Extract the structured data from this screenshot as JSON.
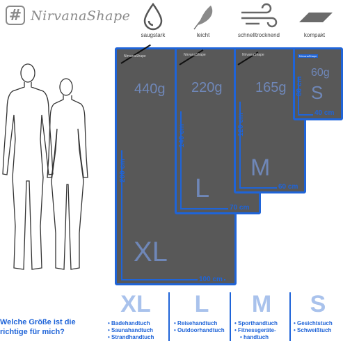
{
  "brand": {
    "logo_symbol": "#",
    "name": "NirvanaShape"
  },
  "features": [
    {
      "label": "saugstark",
      "icon": "water-drop-icon"
    },
    {
      "label": "leicht",
      "icon": "feather-icon"
    },
    {
      "label": "schnelltrocknend",
      "icon": "wind-icon"
    },
    {
      "label": "kompakt",
      "icon": "folded-towel-icon"
    }
  ],
  "towels": {
    "xl": {
      "size": "XL",
      "weight": "440g",
      "height": "200 cm",
      "width": "100 cm",
      "tag": "NirvanaShape"
    },
    "l": {
      "size": "L",
      "weight": "220g",
      "height": "140 cm",
      "width": "70 cm",
      "tag": "NirvanaShape"
    },
    "m": {
      "size": "M",
      "weight": "165g",
      "height": "120 cm",
      "width": "60 cm",
      "tag": "NirvanaShape"
    },
    "s": {
      "size": "S",
      "weight": "60g",
      "height": "80 cm",
      "width": "40 cm",
      "tag": "NirvanaShape"
    }
  },
  "question": "Welche Größe ist die richtige für mich?",
  "columns": [
    {
      "letter": "XL",
      "items": [
        "Badehandtuch",
        "Saunahandtuch",
        "Strandhandtuch"
      ]
    },
    {
      "letter": "L",
      "items": [
        "Reisehandtuch",
        "Outdoorhandtuch"
      ]
    },
    {
      "letter": "M",
      "items": [
        "Sporthandtuch",
        "Fitnessgeräte-",
        "handtuch"
      ]
    },
    {
      "letter": "S",
      "items": [
        "Gesichtstuch",
        "Schweißtuch"
      ]
    }
  ],
  "colors": {
    "accent": "#1f64d8",
    "towel": "#585858",
    "light_accent": "#a9c2ec",
    "figure_stroke": "#333333"
  }
}
